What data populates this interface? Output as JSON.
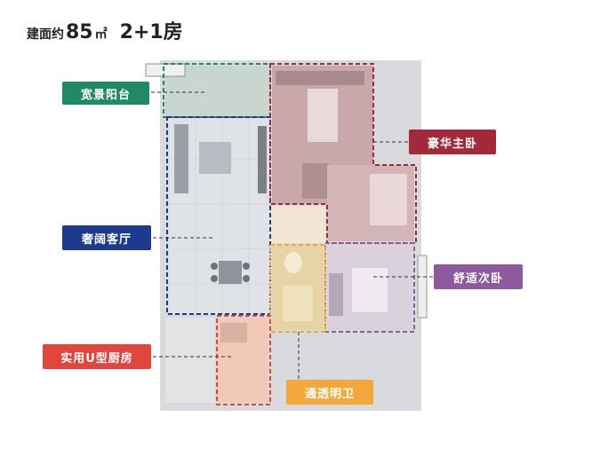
{
  "header": {
    "prefix": "建面约",
    "area": "85",
    "unit": "㎡",
    "layout": "2+1房"
  },
  "labels": {
    "balcony": {
      "text": "宽景阳台",
      "color": "#1f8a64"
    },
    "master": {
      "text": "豪华主卧",
      "color": "#a3283a"
    },
    "living": {
      "text": "奢阔客厅",
      "color": "#1d3b8c"
    },
    "second": {
      "text": "舒适次卧",
      "color": "#8d5a9e"
    },
    "kitchen": {
      "text": "实用U型厨房",
      "color": "#e2453c"
    },
    "bath": {
      "text": "通透明卫",
      "color": "#f2a83a"
    }
  }
}
